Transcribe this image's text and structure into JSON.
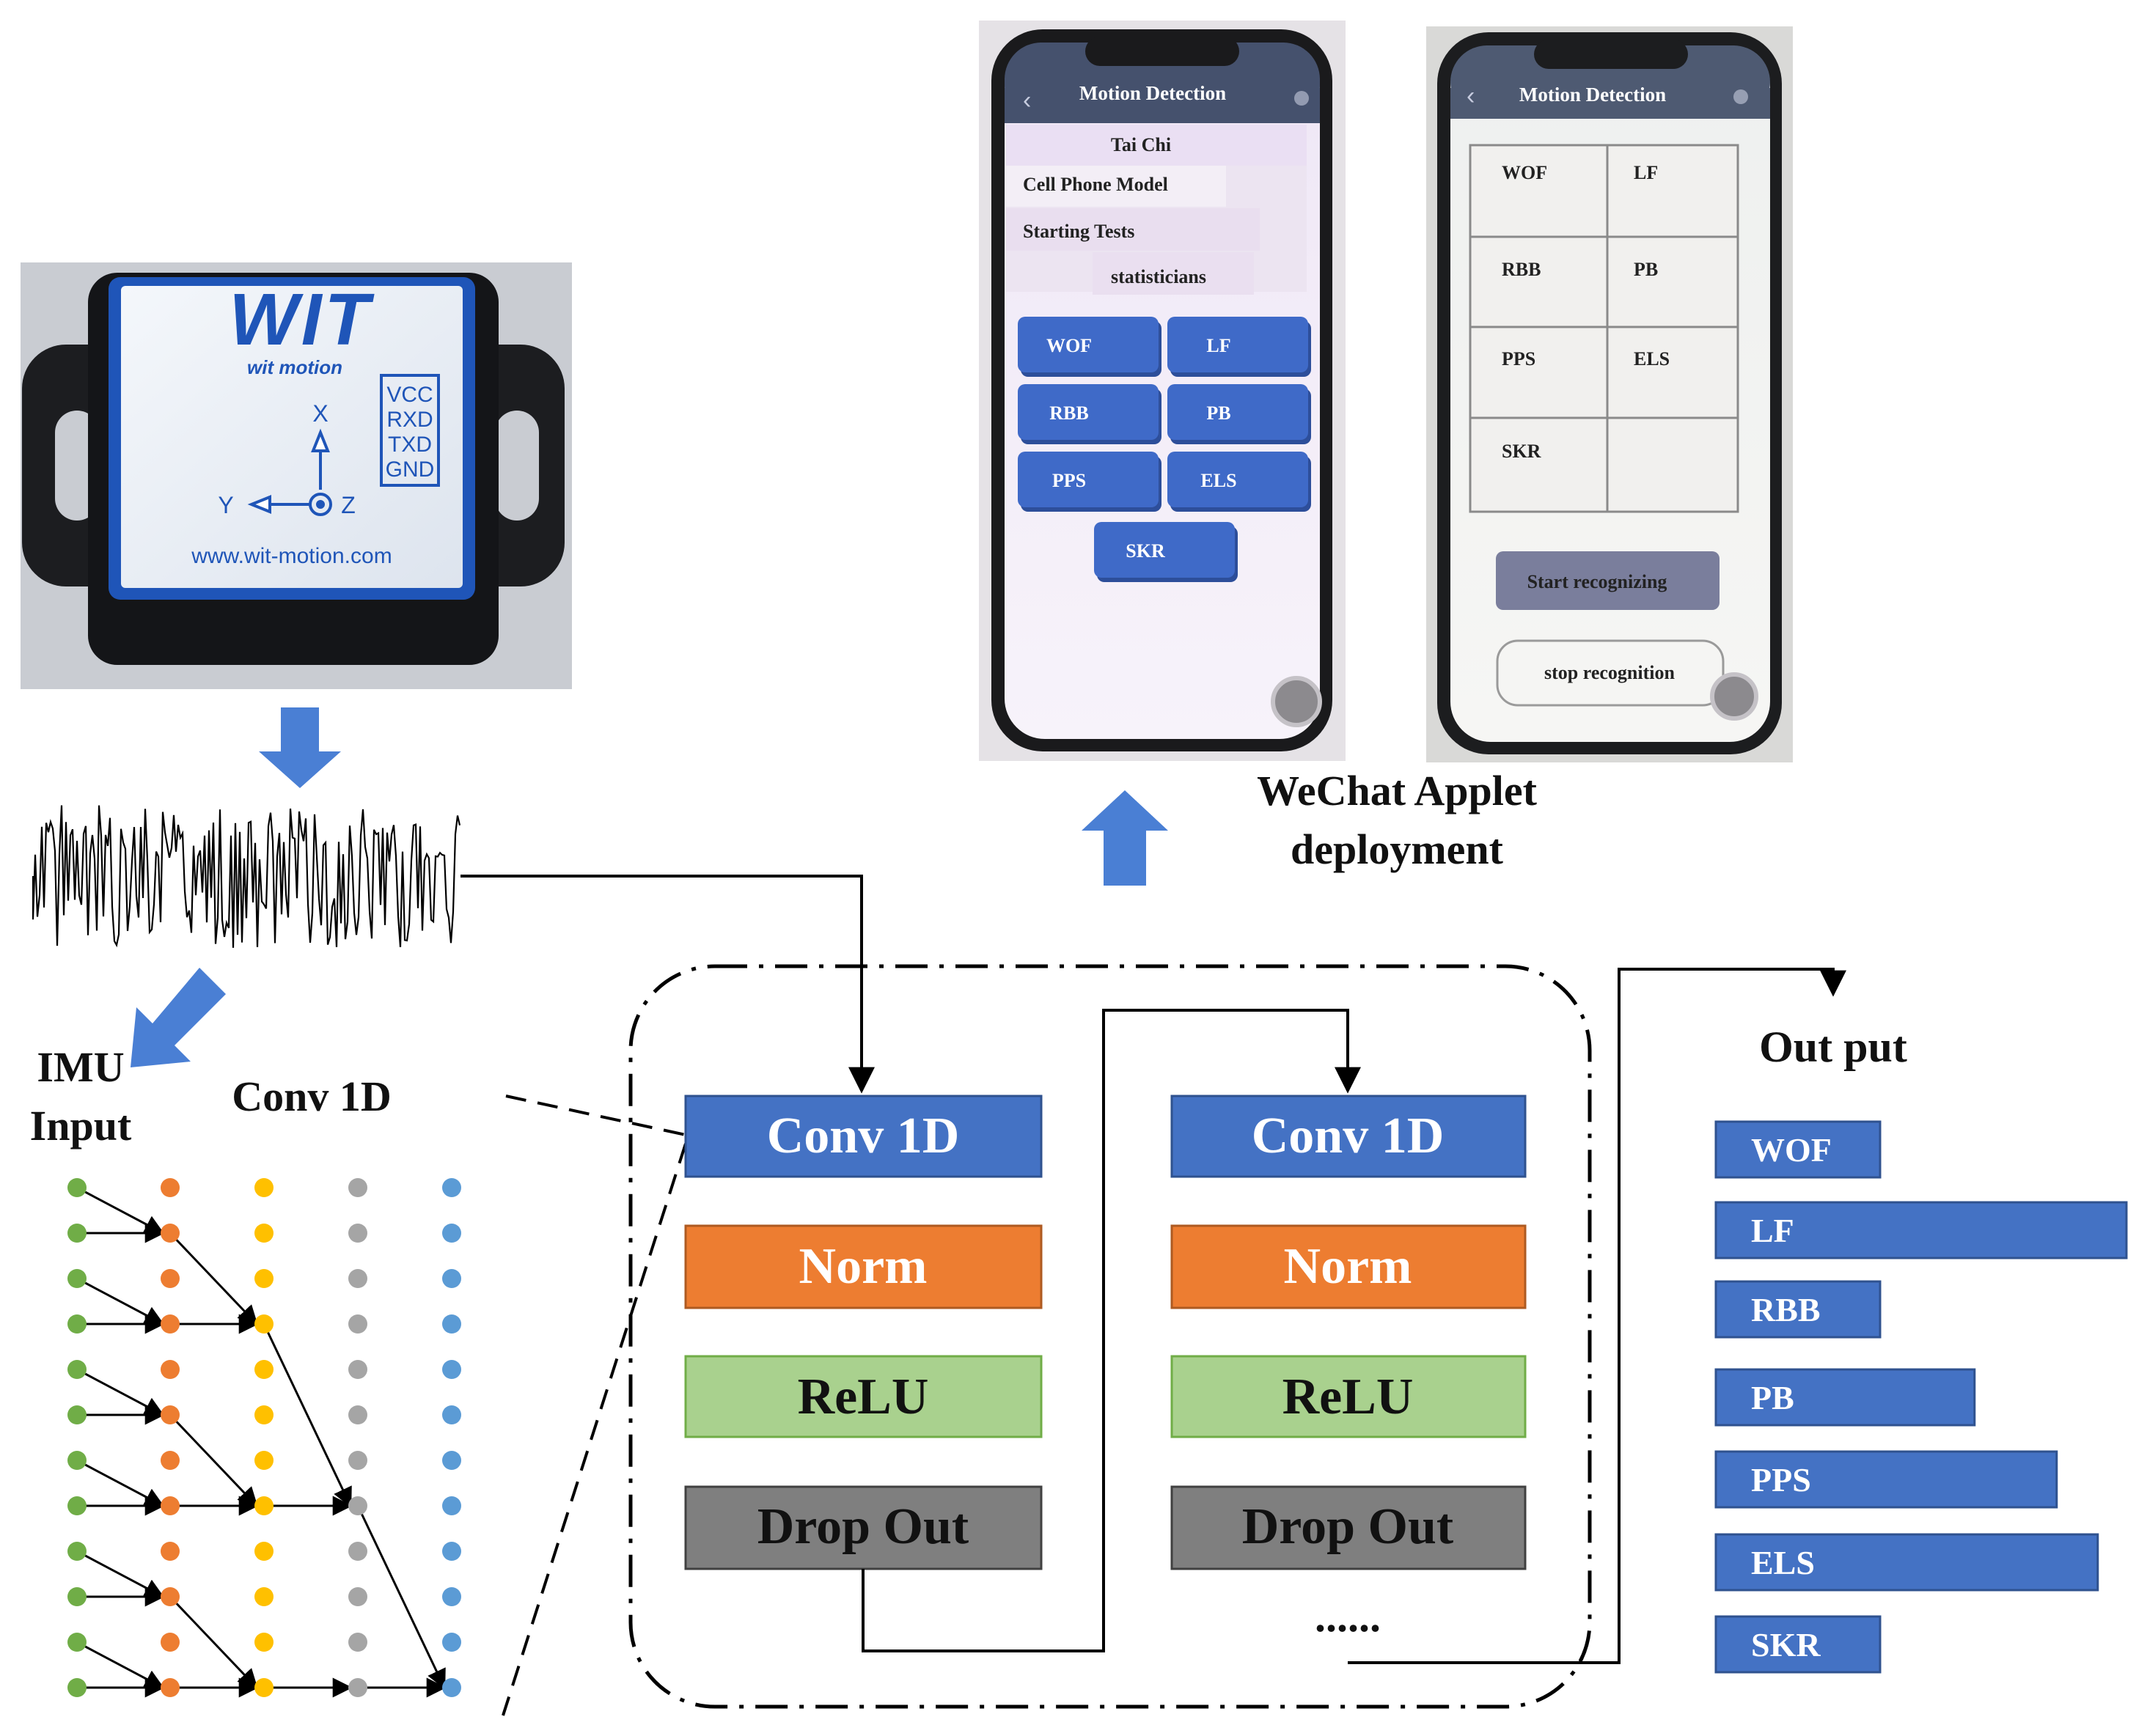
{
  "sensor": {
    "brand_logo": "WIT",
    "brand_sub": "wit motion",
    "pins": [
      "VCC",
      "RXD",
      "TXD",
      "GND"
    ],
    "axis_x": "X",
    "axis_y": "Y",
    "axis_z": "Z",
    "website": "www.wit-motion.com"
  },
  "deployment": {
    "label_line1": "WeChat Applet",
    "label_line2": "deployment"
  },
  "phone_left": {
    "title": "Motion Detection",
    "rows": [
      "Tai Chi",
      "Cell Phone Model",
      "Starting Tests",
      "statisticians"
    ],
    "buttons": [
      "WOF",
      "LF",
      "RBB",
      "PB",
      "PPS",
      "ELS",
      "SKR"
    ]
  },
  "phone_right": {
    "title": "Motion Detection",
    "grid": [
      "WOF",
      "LF",
      "RBB",
      "PB",
      "PPS",
      "ELS",
      "SKR",
      ""
    ],
    "start_button": "Start recognizing",
    "stop_button": "stop recognition"
  },
  "conv_section": {
    "imu_line1": "IMU",
    "imu_line2": "Input",
    "conv_label": "Conv 1D"
  },
  "block_left": [
    "Conv 1D",
    "Norm",
    "ReLU",
    "Drop Out"
  ],
  "block_right": [
    "Conv 1D",
    "Norm",
    "ReLU",
    "Drop Out"
  ],
  "ellipsis": "......",
  "output": {
    "title": "Out put",
    "classes": [
      "WOF",
      "LF",
      "RBB",
      "PB",
      "PPS",
      "ELS",
      "SKR"
    ],
    "bar_scores": [
      0.4,
      1.0,
      0.4,
      0.63,
      0.83,
      0.93,
      0.4
    ]
  },
  "colors": {
    "conv": "#4472c4",
    "norm": "#ed7d31",
    "relu": "#a9d18e",
    "dropout": "#7f7f7f",
    "arrow": "#4a7fd4",
    "dot_input": "#70ad47",
    "dot_conv1": "#ed7d31",
    "dot_conv2": "#ffc000",
    "dot_conv3": "#a5a5a5",
    "dot_out": "#5b9bd5"
  }
}
